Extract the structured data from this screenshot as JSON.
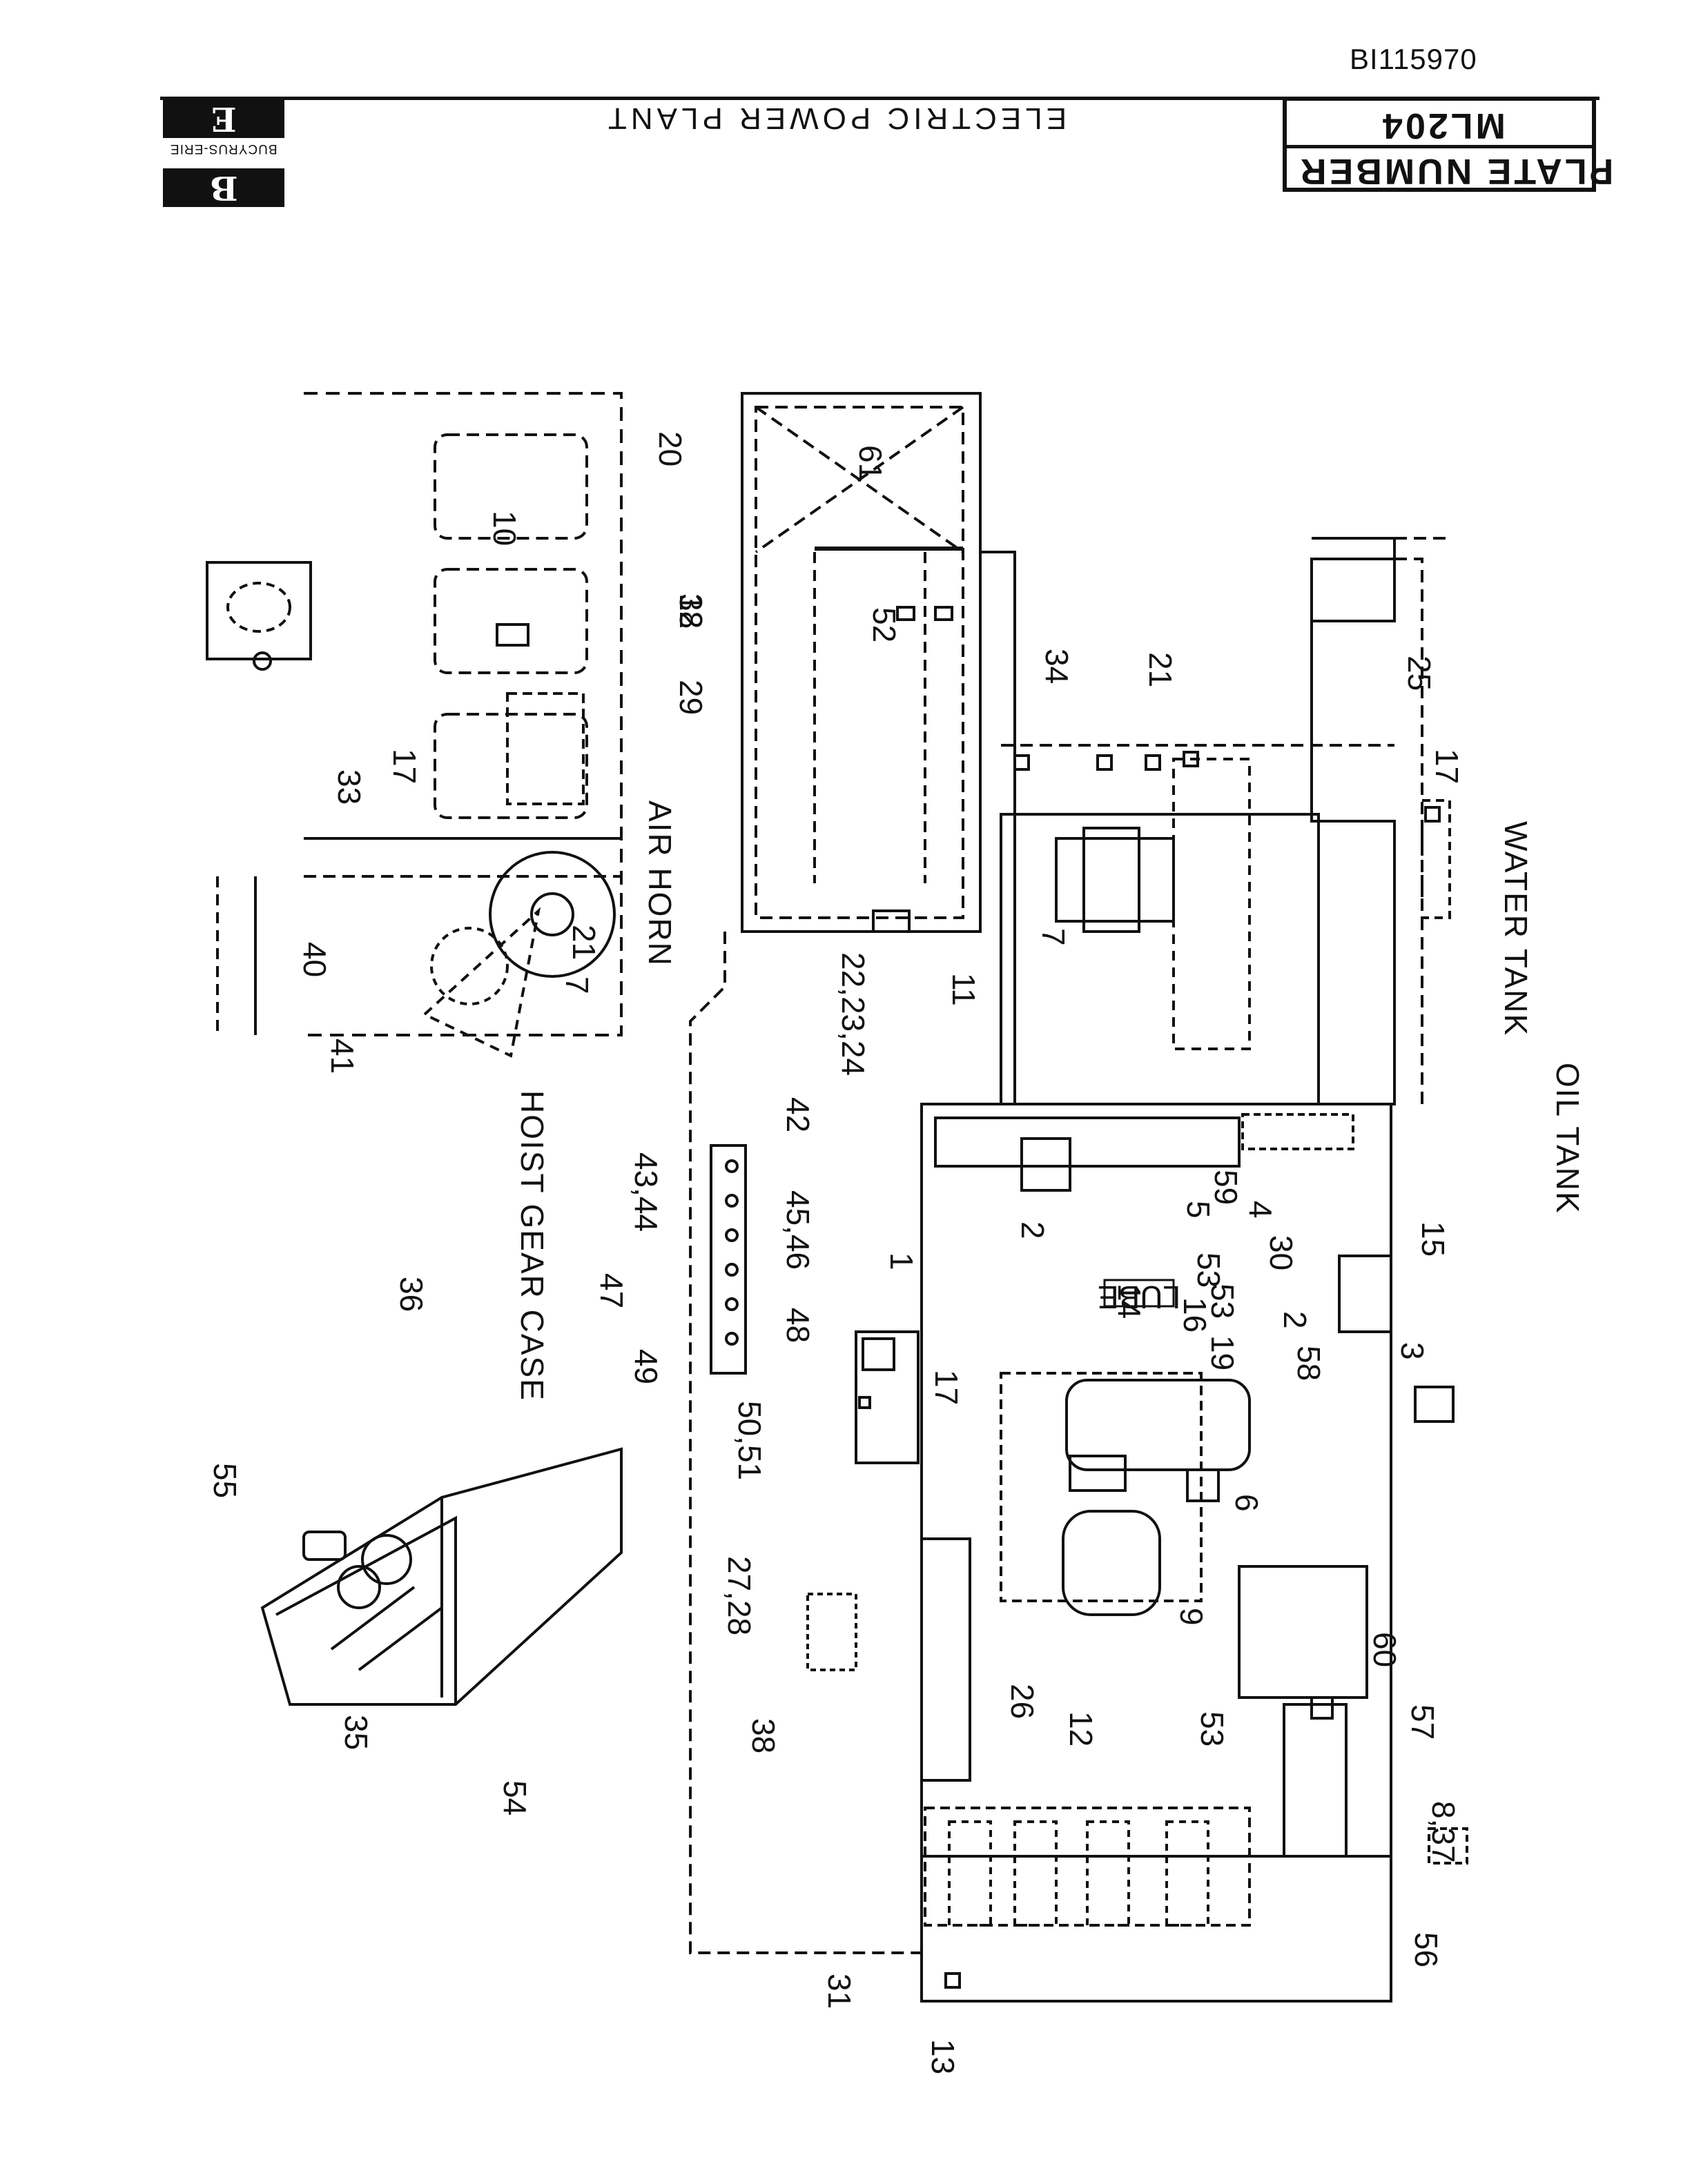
{
  "document_id": "BI115970",
  "plate": {
    "label": "PLATE NUMBER",
    "number": "ML204"
  },
  "title": "ELECTRIC POWER PLANT",
  "logo": {
    "top_letter": "E",
    "brand": "BUCYRUS-ERIE",
    "bottom_letter": "B"
  },
  "section_labels": {
    "water_tank": "WATER TANK",
    "oil_tank": "OIL TANK",
    "air_horn": "AIR HORN",
    "hoist_gear_case": "HOIST GEAR CASE"
  },
  "callouts": [
    "1",
    "2",
    "2",
    "3",
    "4",
    "5",
    "6",
    "7",
    "7",
    "8,37",
    "9",
    "10",
    "11",
    "12",
    "13",
    "14",
    "15",
    "16",
    "17",
    "17",
    "17",
    "18",
    "19",
    "20",
    "21",
    "21",
    "22,23,24",
    "25",
    "26",
    "27,28",
    "29",
    "30",
    "31",
    "32",
    "33",
    "34",
    "35",
    "36",
    "38",
    "40",
    "41",
    "42",
    "43,44",
    "45,46",
    "47",
    "48",
    "49",
    "50,51",
    "52",
    "53",
    "53",
    "53",
    "54",
    "55",
    "56",
    "57",
    "58",
    "59",
    "60",
    "61"
  ],
  "lube_tag": "LUBE"
}
